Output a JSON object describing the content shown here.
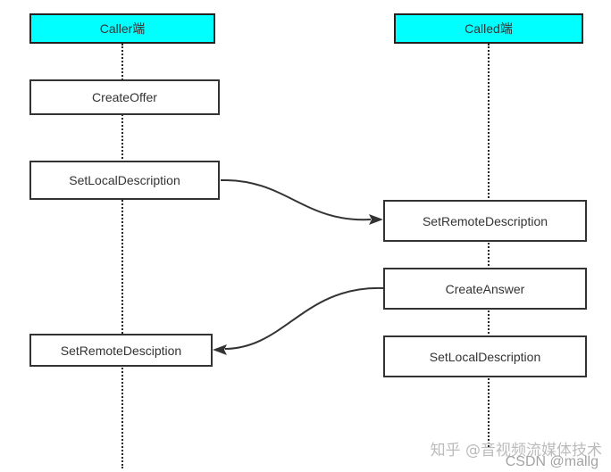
{
  "caller": {
    "header": "Caller端",
    "steps": [
      "CreateOffer",
      "SetLocalDescription",
      "SetRemoteDesciption"
    ]
  },
  "called": {
    "header": "Called端",
    "steps": [
      "SetRemoteDescription",
      "CreateAnswer",
      "SetLocalDescription"
    ]
  },
  "colors": {
    "header_fill": "#00ffff",
    "box_border": "#333333",
    "arrow": "#333333"
  },
  "watermark": {
    "text": "知乎 @音视频流媒体技术",
    "credit": "CSDN @mallg"
  }
}
